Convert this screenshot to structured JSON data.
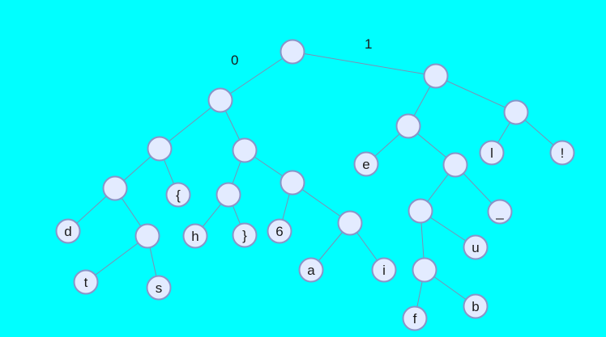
{
  "branch_labels": {
    "left": "0",
    "right": "1"
  },
  "colors": {
    "background": "#00ffff",
    "node_fill": "#e3ebff",
    "node_stroke": "#8a94c8",
    "edge": "#7f8fb3",
    "text": "#1a1a1a"
  },
  "tree": {
    "nodes": [
      {
        "id": "root",
        "label": ""
      },
      {
        "id": "n0",
        "label": ""
      },
      {
        "id": "n1",
        "label": ""
      },
      {
        "id": "n00",
        "label": ""
      },
      {
        "id": "n01",
        "label": ""
      },
      {
        "id": "n000",
        "label": ""
      },
      {
        "id": "leaf-brace-open",
        "label": "{"
      },
      {
        "id": "leaf-d",
        "label": "d"
      },
      {
        "id": "n0001",
        "label": ""
      },
      {
        "id": "leaf-t",
        "label": "t"
      },
      {
        "id": "leaf-s",
        "label": "s"
      },
      {
        "id": "n010",
        "label": ""
      },
      {
        "id": "leaf-h",
        "label": "h"
      },
      {
        "id": "leaf-brace-close",
        "label": "}"
      },
      {
        "id": "n011",
        "label": ""
      },
      {
        "id": "leaf-6",
        "label": "6"
      },
      {
        "id": "n0111",
        "label": ""
      },
      {
        "id": "leaf-a",
        "label": "a"
      },
      {
        "id": "leaf-i",
        "label": "i"
      },
      {
        "id": "n10",
        "label": ""
      },
      {
        "id": "n11",
        "label": ""
      },
      {
        "id": "leaf-l",
        "label": "l"
      },
      {
        "id": "leaf-excl",
        "label": "!"
      },
      {
        "id": "leaf-e",
        "label": "e"
      },
      {
        "id": "n101",
        "label": ""
      },
      {
        "id": "n1010",
        "label": ""
      },
      {
        "id": "leaf-underscore",
        "label": "_"
      },
      {
        "id": "leaf-u",
        "label": "u"
      },
      {
        "id": "n10100",
        "label": ""
      },
      {
        "id": "leaf-f",
        "label": "f"
      },
      {
        "id": "leaf-b",
        "label": "b"
      }
    ],
    "edges": [
      [
        "root",
        "n0"
      ],
      [
        "root",
        "n1"
      ],
      [
        "n0",
        "n00"
      ],
      [
        "n0",
        "n01"
      ],
      [
        "n00",
        "n000"
      ],
      [
        "n00",
        "leaf-brace-open"
      ],
      [
        "n000",
        "leaf-d"
      ],
      [
        "n000",
        "n0001"
      ],
      [
        "n0001",
        "leaf-t"
      ],
      [
        "n0001",
        "leaf-s"
      ],
      [
        "n01",
        "n010"
      ],
      [
        "n01",
        "n011"
      ],
      [
        "n010",
        "leaf-h"
      ],
      [
        "n010",
        "leaf-brace-close"
      ],
      [
        "n011",
        "leaf-6"
      ],
      [
        "n011",
        "n0111"
      ],
      [
        "n0111",
        "leaf-a"
      ],
      [
        "n0111",
        "leaf-i"
      ],
      [
        "n1",
        "n10"
      ],
      [
        "n1",
        "n11"
      ],
      [
        "n11",
        "leaf-l"
      ],
      [
        "n11",
        "leaf-excl"
      ],
      [
        "n10",
        "leaf-e"
      ],
      [
        "n10",
        "n101"
      ],
      [
        "n101",
        "n1010"
      ],
      [
        "n101",
        "leaf-underscore"
      ],
      [
        "n1010",
        "n10100"
      ],
      [
        "n1010",
        "leaf-u"
      ],
      [
        "n10100",
        "leaf-f"
      ],
      [
        "n10100",
        "leaf-b"
      ]
    ]
  }
}
